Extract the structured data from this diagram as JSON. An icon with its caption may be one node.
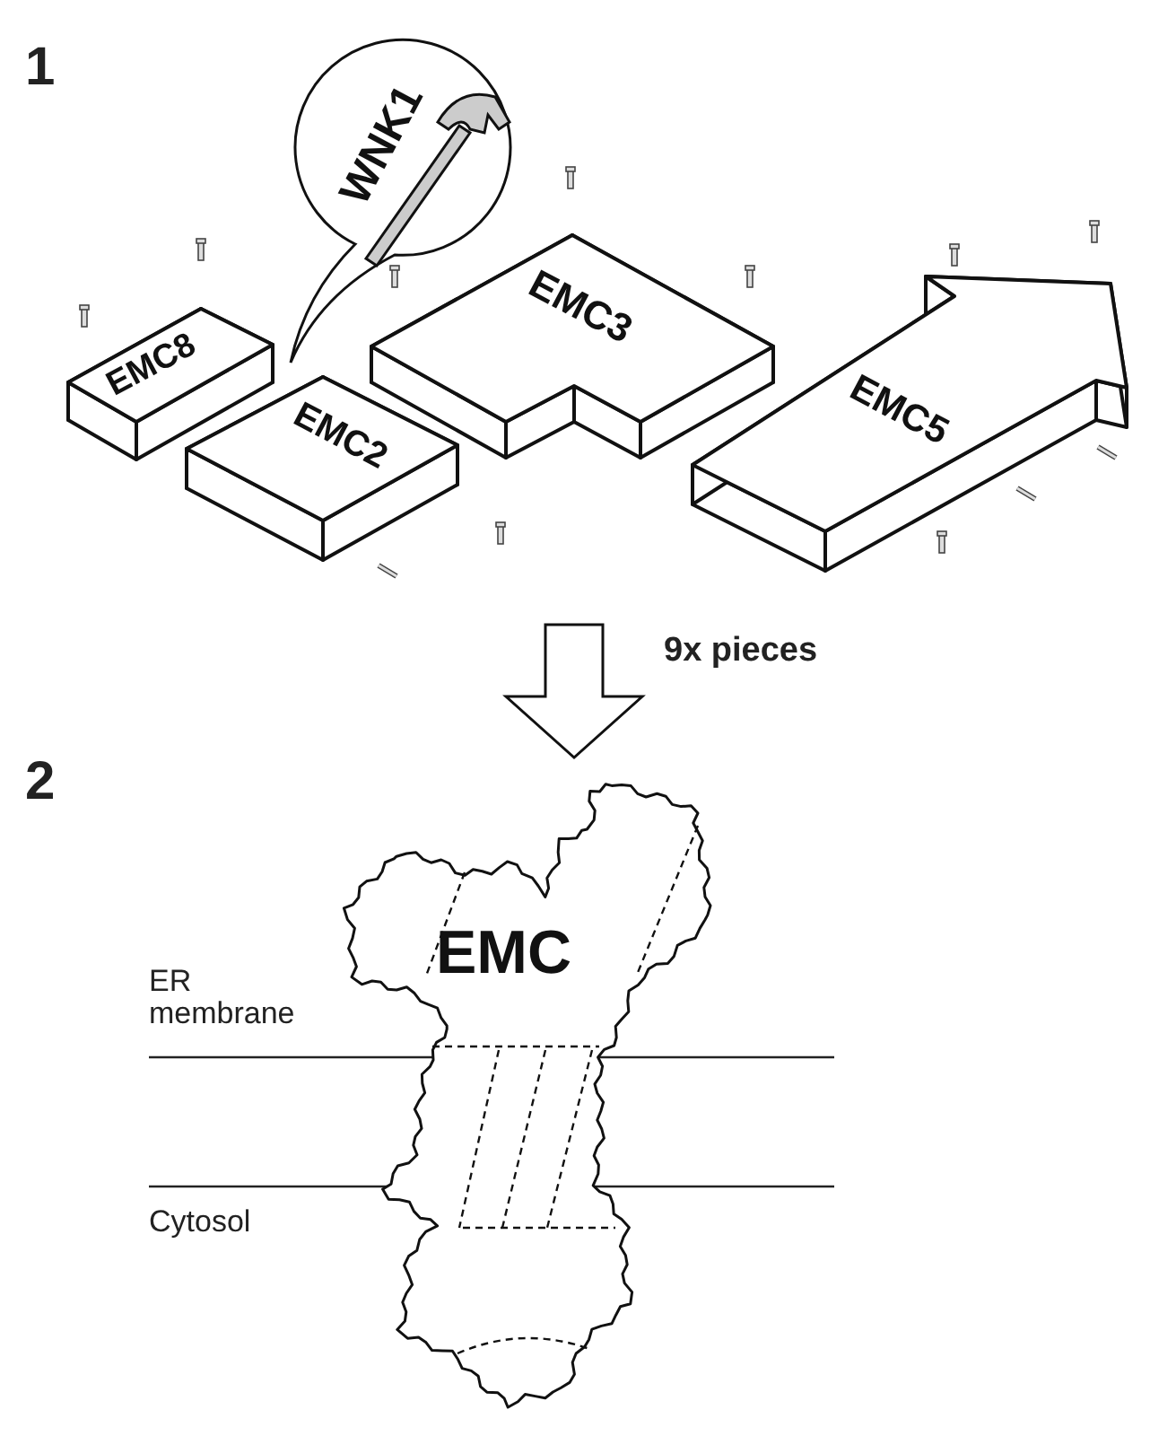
{
  "diagram": {
    "nodes": [
      {
        "text": [
          "WNK1"
        ]
      },
      {
        "text": [
          "EMC8"
        ]
      },
      {
        "text": [
          "EMC3"
        ]
      },
      {
        "text": [
          "EMC2"
        ]
      },
      {
        "text": [
          "EMC5"
        ]
      },
      {
        "text": [
          "EMC"
        ]
      }
    ],
    "edges": [
      {
        "from": null,
        "to": 5,
        "arrow": "to",
        "label": "9x pieces"
      }
    ],
    "labels": [
      "1",
      "2",
      "ER membrane",
      "Cytosol"
    ]
  }
}
